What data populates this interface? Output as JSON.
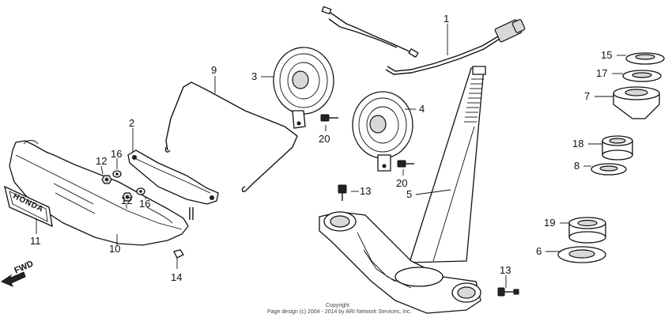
{
  "badge_text": "HONDA",
  "fwd_label": "FWD",
  "copyright": {
    "line1": "Copyright",
    "line2": "Page design (c) 2004 - 2014 by ARI Network Services, Inc."
  },
  "callouts": [
    {
      "id": "c1",
      "text": "1"
    },
    {
      "id": "c2",
      "text": "2"
    },
    {
      "id": "c3",
      "text": "3"
    },
    {
      "id": "c4",
      "text": "4"
    },
    {
      "id": "c5",
      "text": "5"
    },
    {
      "id": "c6",
      "text": "6"
    },
    {
      "id": "c7",
      "text": "7"
    },
    {
      "id": "c8",
      "text": "8"
    },
    {
      "id": "c9",
      "text": "9"
    },
    {
      "id": "c10",
      "text": "10"
    },
    {
      "id": "c11",
      "text": "11"
    },
    {
      "id": "c12a",
      "text": "12"
    },
    {
      "id": "c12b",
      "text": "12"
    },
    {
      "id": "c13a",
      "text": "13"
    },
    {
      "id": "c13b",
      "text": "13"
    },
    {
      "id": "c14",
      "text": "14"
    },
    {
      "id": "c15",
      "text": "15"
    },
    {
      "id": "c16a",
      "text": "16"
    },
    {
      "id": "c16b",
      "text": "16"
    },
    {
      "id": "c17",
      "text": "17"
    },
    {
      "id": "c18",
      "text": "18"
    },
    {
      "id": "c19",
      "text": "19"
    },
    {
      "id": "c20a",
      "text": "20"
    },
    {
      "id": "c20b",
      "text": "20"
    }
  ]
}
